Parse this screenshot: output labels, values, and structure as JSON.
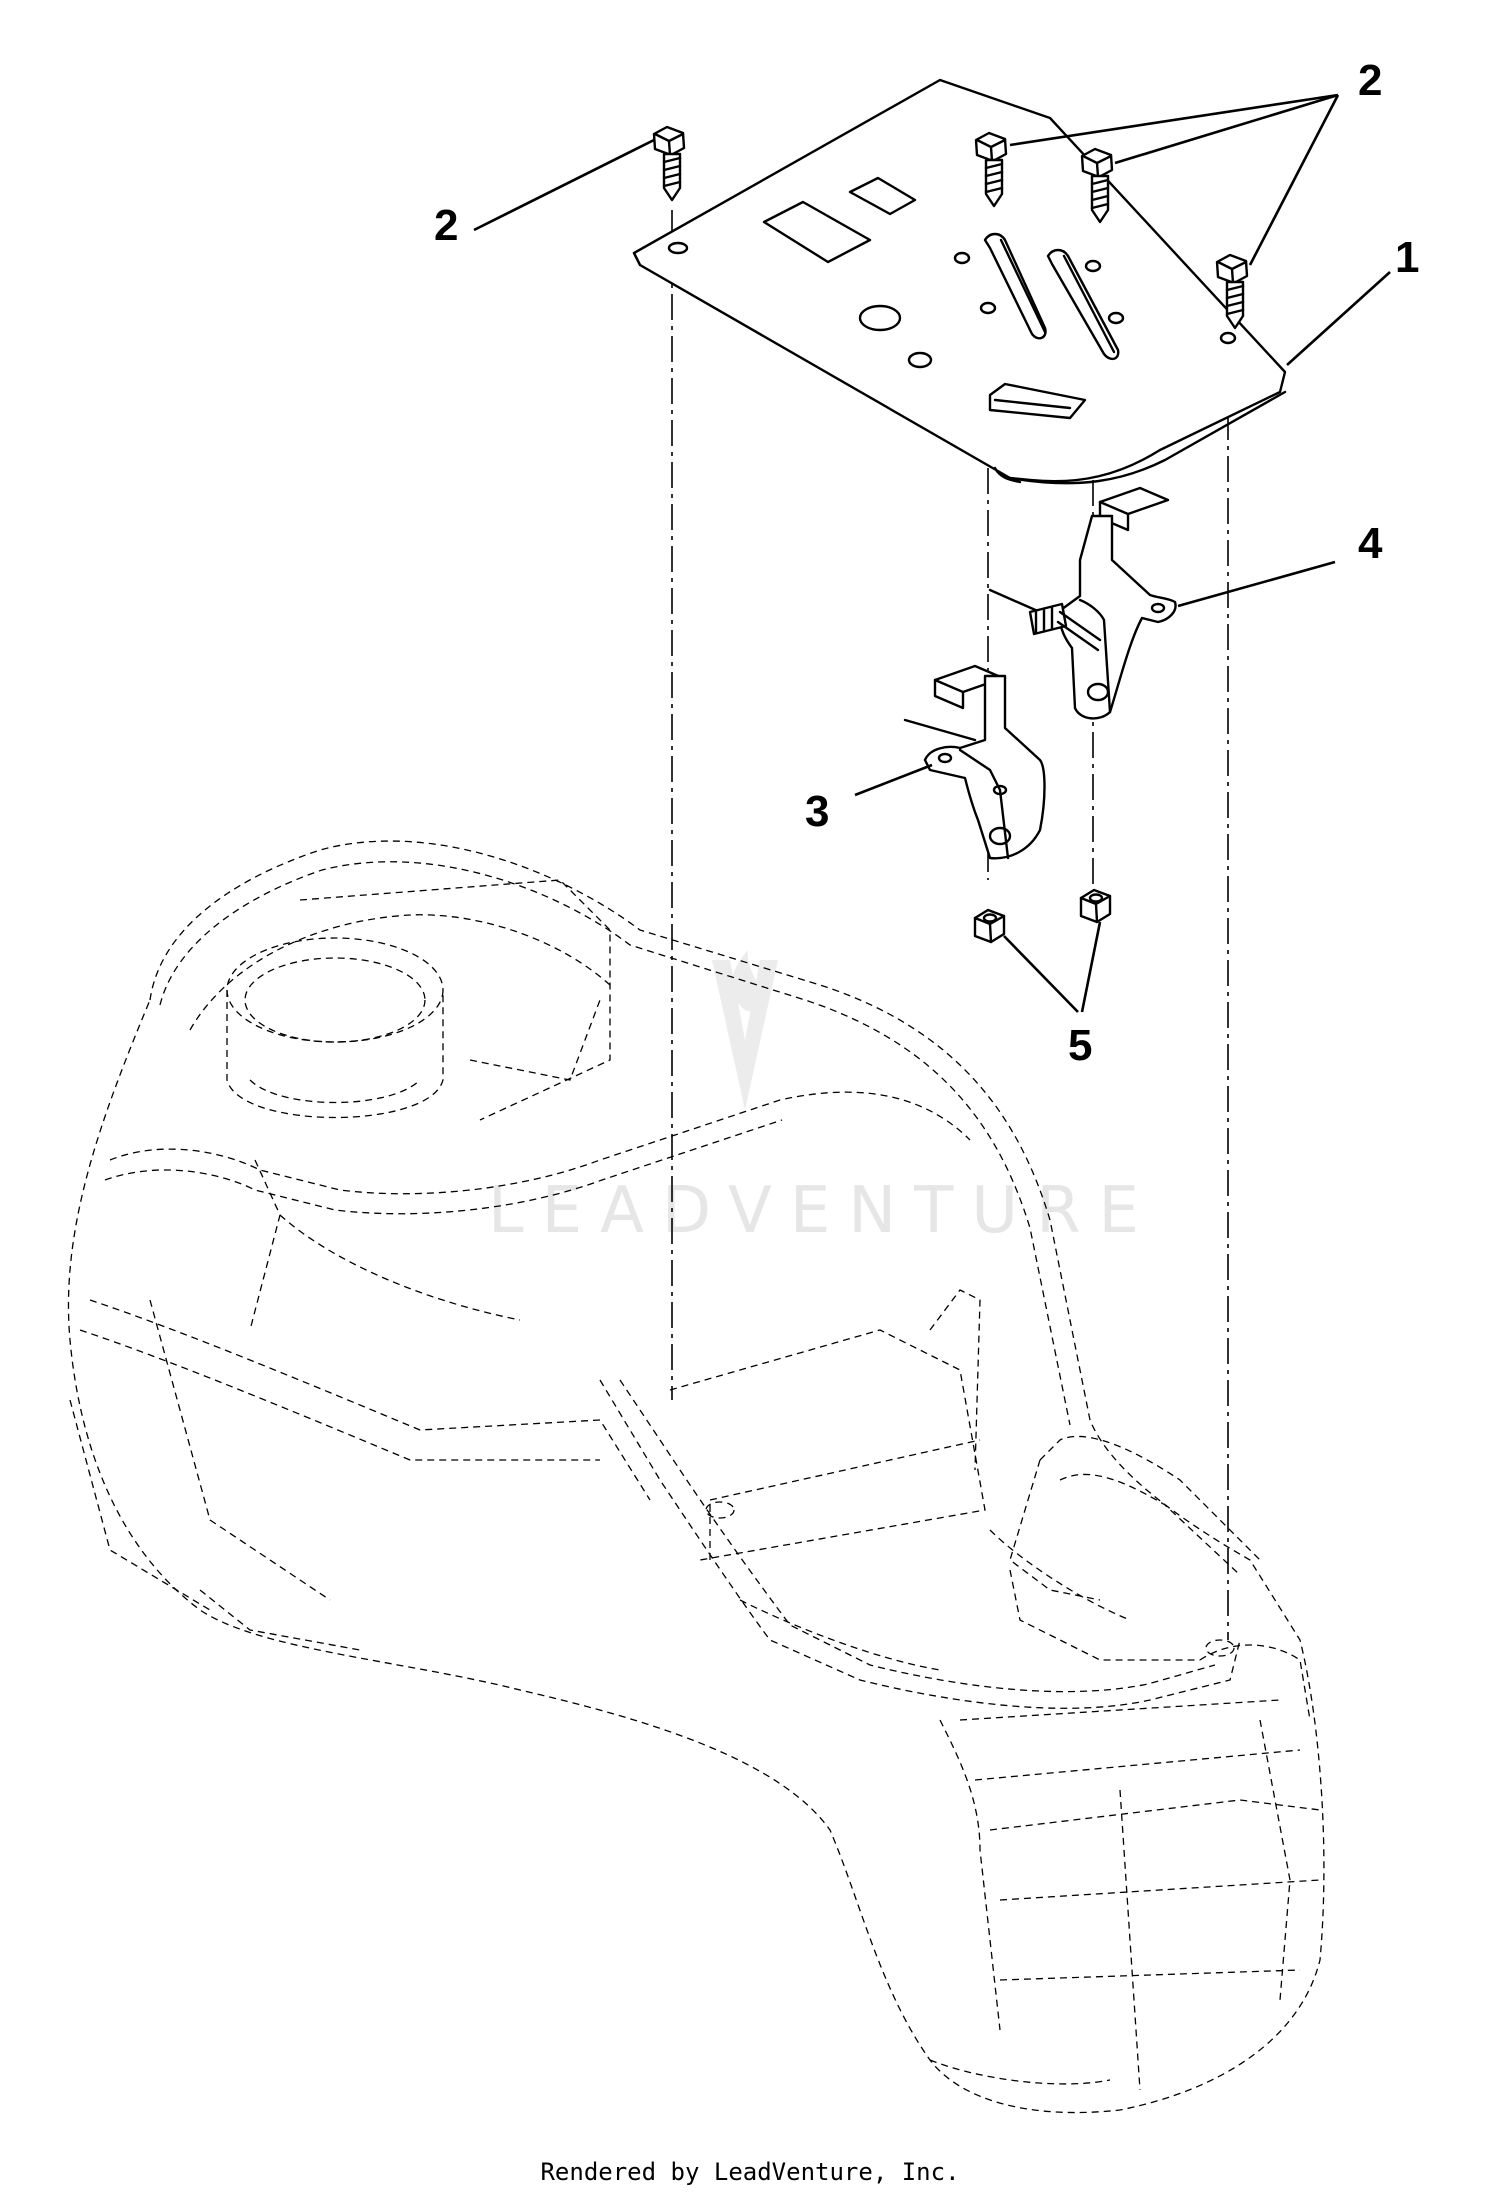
{
  "callouts": {
    "c1": "1",
    "c2_left": "2",
    "c2_right": "2",
    "c3": "3",
    "c4": "4",
    "c5": "5"
  },
  "watermark": "LEADVENTURE",
  "footer": "Rendered by LeadVenture, Inc."
}
